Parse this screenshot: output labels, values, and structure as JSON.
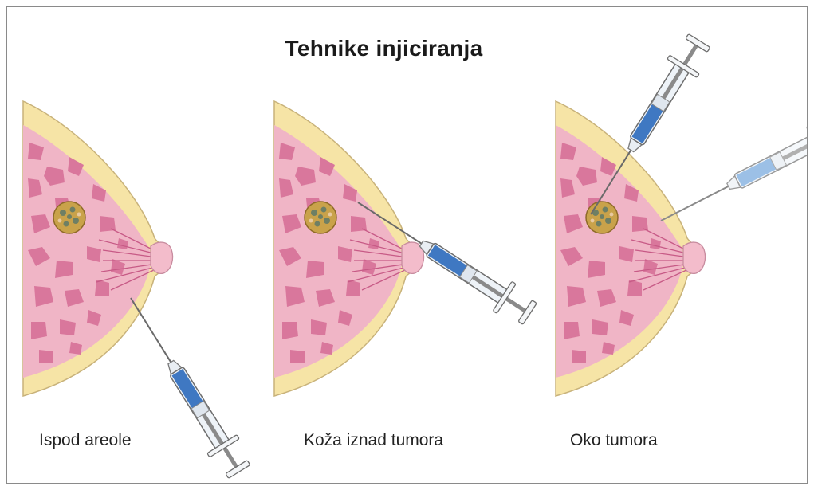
{
  "title": "Tehnike injiciranja",
  "panels": [
    {
      "label": "Ispod areole",
      "icon": "breast-subareolar-injection-illustration"
    },
    {
      "label": "Koža iznad tumora",
      "icon": "breast-intradermal-injection-illustration"
    },
    {
      "label": "Oko tumora",
      "icon": "breast-peritumoral-injection-illustration"
    }
  ],
  "colors": {
    "tissue": "#f0b5c6",
    "lobules": "#d9779c",
    "fat": "#f6e4a6",
    "tumor": "#c9a24a",
    "syringe_fluid": "#3f78c2",
    "syringe_fluid_light": "#9cc0e6"
  }
}
